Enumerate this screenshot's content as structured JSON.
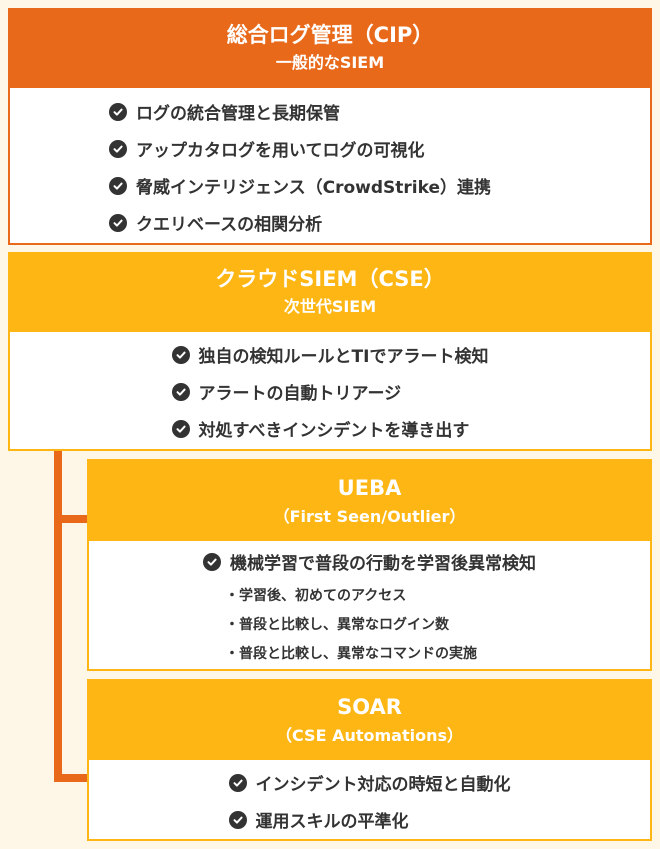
{
  "colors": {
    "background": "#FEF6E7",
    "orange": "#E8691A",
    "yellow": "#FDB614",
    "text": "#333333",
    "header_text": "#FFFFFF"
  },
  "cip": {
    "title": "総合ログ管理（CIP）",
    "subtitle": "一般的なSIEM",
    "items": [
      "ログの統合管理と長期保管",
      "アップカタログを用いてログの可視化",
      "脅威インテリジェンス（CrowdStrike）連携",
      "クエリベースの相関分析"
    ]
  },
  "cse": {
    "title": "クラウドSIEM（CSE）",
    "subtitle": "次世代SIEM",
    "items": [
      "独自の検知ルールとTIでアラート検知",
      "アラートの自動トリアージ",
      "対処すべきインシデントを導き出す"
    ]
  },
  "ueba": {
    "title": "UEBA",
    "subtitle": "（First Seen/Outlier）",
    "items": [
      "機械学習で普段の行動を学習後異常検知"
    ],
    "subitems": [
      "・学習後、初めてのアクセス",
      "・普段と比較し、異常なログイン数",
      "・普段と比較し、異常なコマンドの実施"
    ]
  },
  "soar": {
    "title": "SOAR",
    "subtitle": "（CSE Automations）",
    "items": [
      "インシデント対応の時短と自動化",
      "運用スキルの平準化"
    ]
  },
  "icons": {
    "check": "check-circle-icon"
  }
}
